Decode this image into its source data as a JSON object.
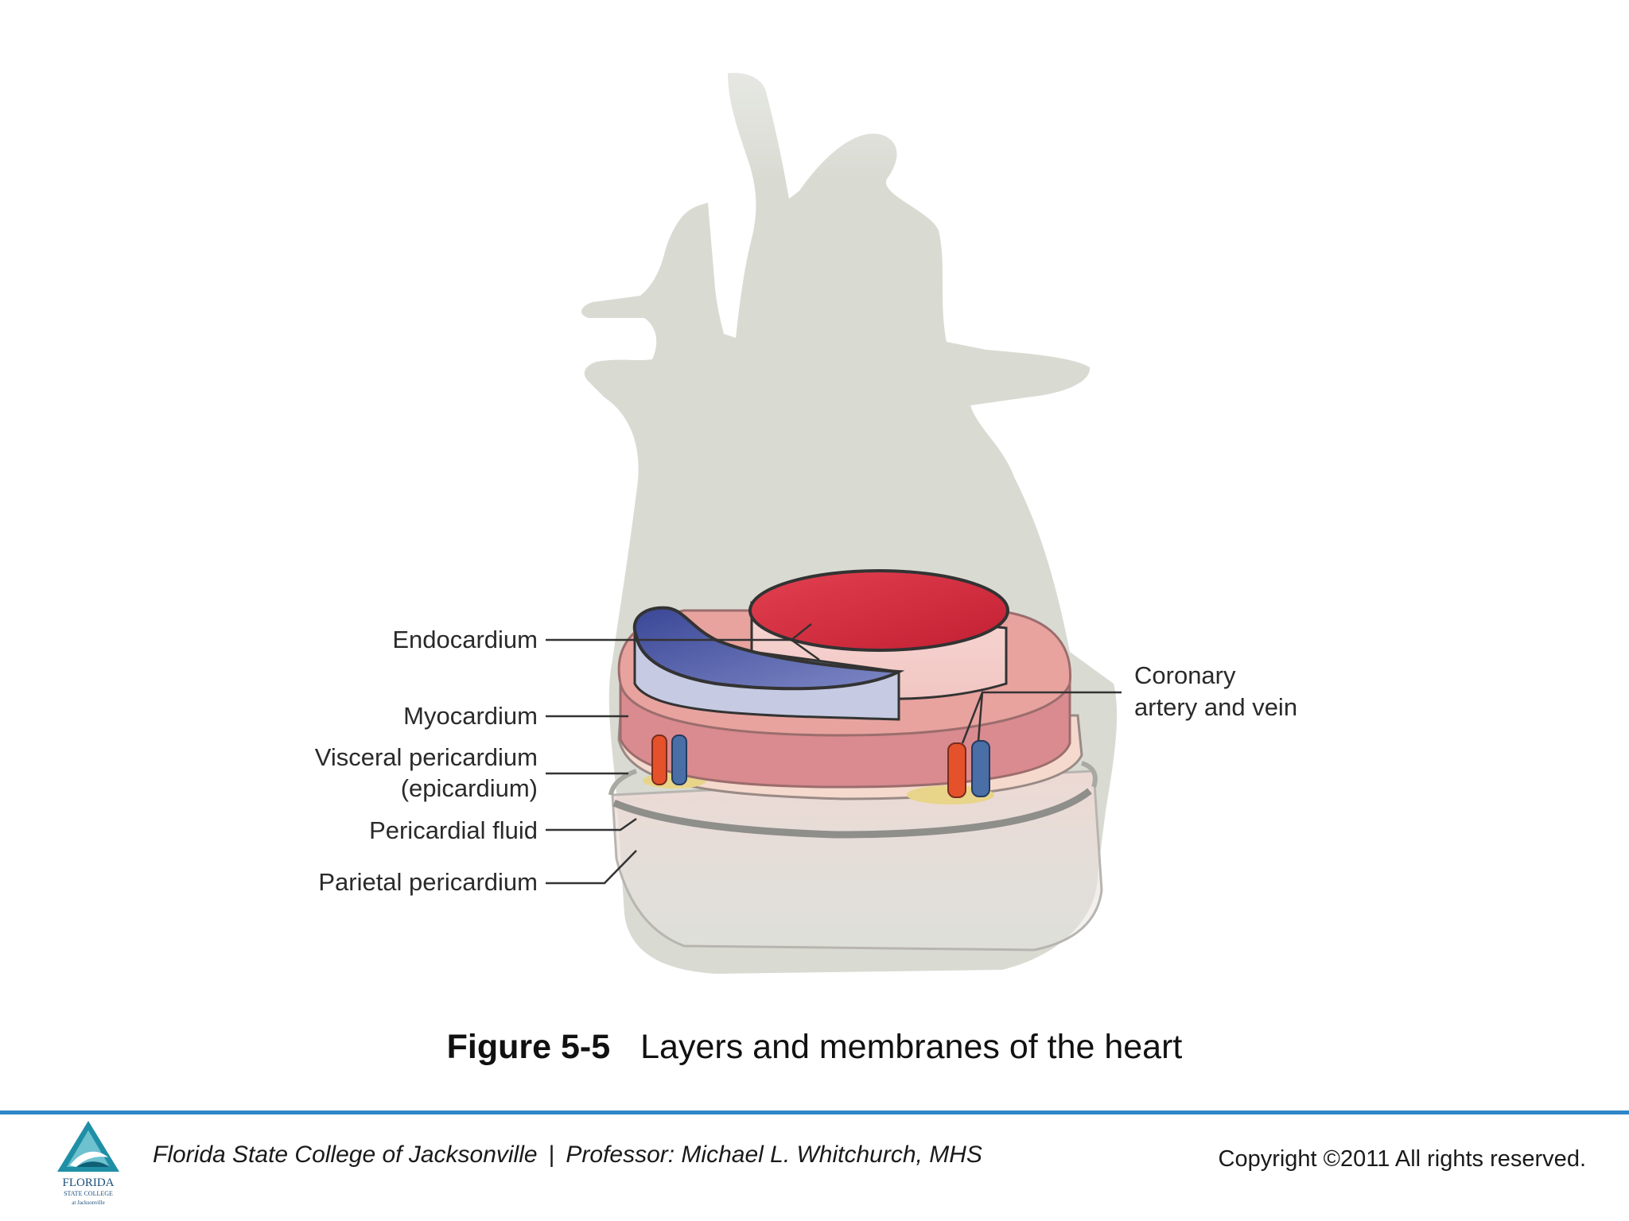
{
  "labels": {
    "endocardium": "Endocardium",
    "myocardium": "Myocardium",
    "visceral_line1": "Visceral pericardium",
    "visceral_line2": "(epicardium)",
    "pericardial_fluid": "Pericardial fluid",
    "parietal": "Parietal pericardium",
    "coronary_line1": "Coronary",
    "coronary_line2": "artery and vein"
  },
  "caption": {
    "number": "Figure 5-5",
    "text": "Layers and membranes of the heart"
  },
  "footer": {
    "institution": "Florida State College of Jacksonville",
    "separator": "|",
    "professor": "Professor: Michael L. Whitchurch, MHS",
    "copyright": "Copyright ©2011  All rights reserved.",
    "logo_line1": "FLORIDA",
    "logo_line2": "STATE COLLEGE",
    "logo_line3": "at Jacksonville"
  },
  "colors": {
    "accent_rule": "#2f86c6",
    "silhouette": "#d9dbd3",
    "myocardium": "#d88a8e",
    "endocardium_red": "#d3263a",
    "endocardium_blue": "#2f3c86"
  }
}
